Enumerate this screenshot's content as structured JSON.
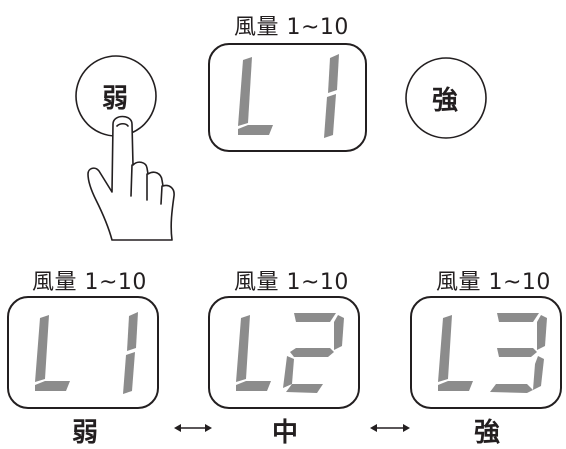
{
  "top": {
    "range_label": "風量 1~10",
    "weak_button_label": "弱",
    "strong_button_label": "強",
    "display_value": "L1"
  },
  "panels": [
    {
      "range_label": "風量 1~10",
      "display_value": "L1",
      "level_label": "弱"
    },
    {
      "range_label": "風量 1~10",
      "display_value": "L2",
      "level_label": "中"
    },
    {
      "range_label": "風量 1~10",
      "display_value": "L3",
      "level_label": "強"
    }
  ],
  "colors": {
    "segment": "#8c8c8c",
    "outline": "#231f20"
  }
}
